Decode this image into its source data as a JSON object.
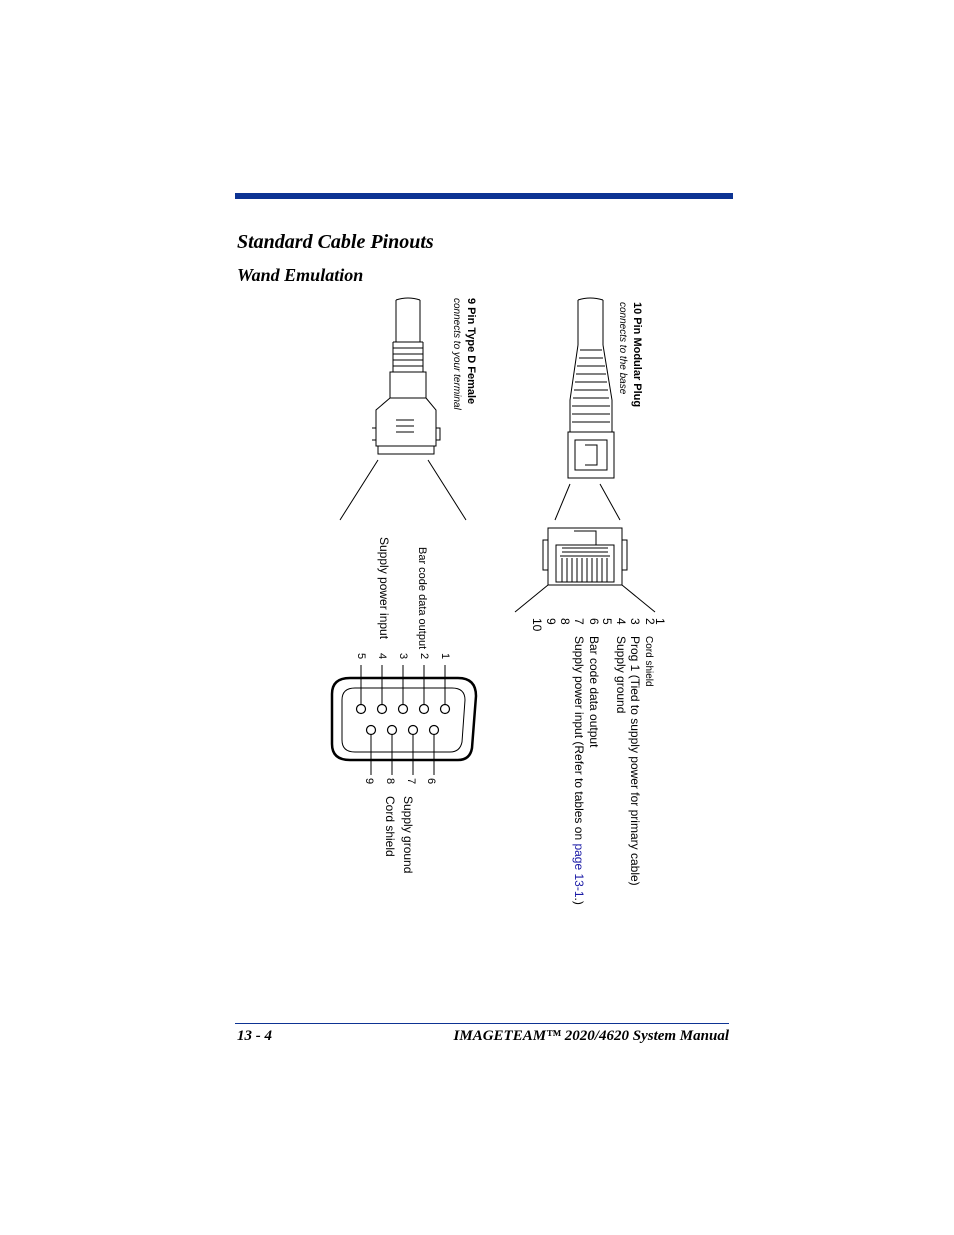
{
  "header": {
    "section_title": "Standard Cable Pinouts",
    "subsection_title": "Wand Emulation"
  },
  "modular_plug": {
    "title": "10 Pin Modular Plug",
    "subtitle": "connects to the base",
    "pins": [
      {
        "num": "1",
        "label": ""
      },
      {
        "num": "2",
        "label": "Cord shield"
      },
      {
        "num": "3",
        "label": "Prog 1 (Tied to supply power for primary cable)"
      },
      {
        "num": "4",
        "label": "Supply ground"
      },
      {
        "num": "5",
        "label": ""
      },
      {
        "num": "6",
        "label": "Bar code data output"
      },
      {
        "num": "7",
        "label": "Supply power input (Refer to tables on "
      },
      {
        "num": "8",
        "label": ""
      },
      {
        "num": "9",
        "label": ""
      },
      {
        "num": "10",
        "label": ""
      }
    ],
    "link_text": "page 13-1",
    "link_suffix": ".)"
  },
  "dsub": {
    "title": "9 Pin Type D Female",
    "subtitle": "connects to your terminal",
    "pin_numbers": [
      "1",
      "2",
      "3",
      "4",
      "5",
      "6",
      "7",
      "8",
      "9"
    ],
    "label_pin2": "Bar code data output",
    "label_pin4": "Supply power input",
    "label_pin7": "Supply ground",
    "label_pin8": "Cord shield"
  },
  "footer": {
    "page_number": "13 - 4",
    "manual_title": "IMAGETEAM™ 2020/4620 System Manual"
  }
}
